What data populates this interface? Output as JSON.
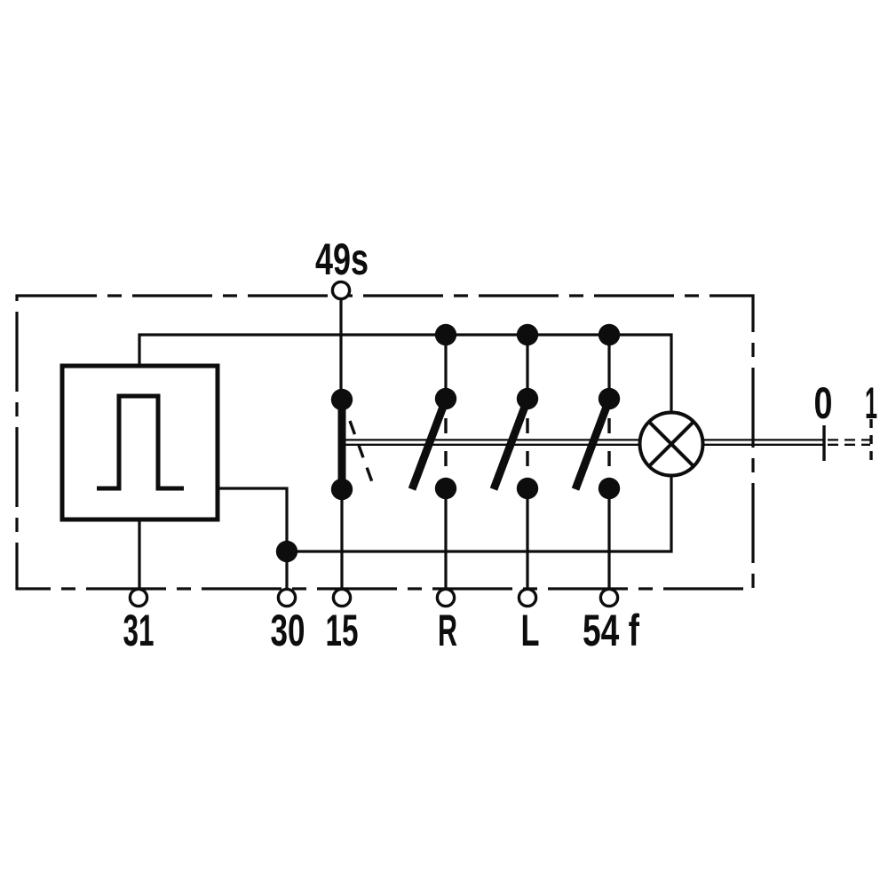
{
  "diagram": {
    "kind": "switch-wiring-schematic",
    "colors": {
      "ink": "#0d0d0d",
      "background": "#ffffff"
    },
    "top_terminal": {
      "label": "49s"
    },
    "bottom_terminals": [
      {
        "label": "31"
      },
      {
        "label": "30"
      },
      {
        "label": "15"
      },
      {
        "label": "R"
      },
      {
        "label": "L"
      },
      {
        "label": "54 f"
      }
    ],
    "switch_positions": {
      "current": "0",
      "alternate": "1"
    },
    "icons": {
      "flasher": "pulse-signal-icon",
      "lamp": "indicator-lamp-icon",
      "linkage": "mechanical-link-bar"
    }
  }
}
